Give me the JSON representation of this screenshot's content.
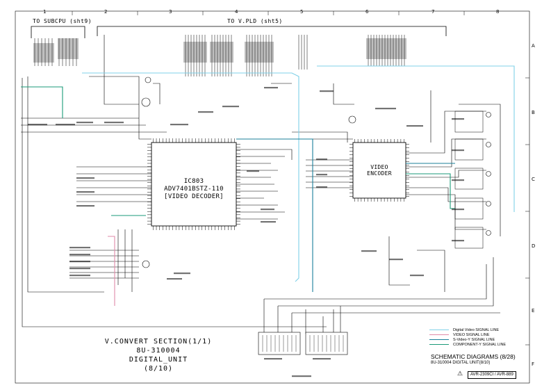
{
  "colors": {
    "digital_video": "#7fd0e8",
    "video": "#e08aa8",
    "s_video_y": "#1a7f9a",
    "component_y": "#1a9a78",
    "wire": "#000000"
  },
  "grid": {
    "columns": [
      "1",
      "2",
      "3",
      "4",
      "5",
      "6",
      "7",
      "8"
    ],
    "rows": [
      "A",
      "B",
      "C",
      "D",
      "E",
      "F"
    ]
  },
  "headers": {
    "to_subcpu": "TO SUBCPU (sht9)",
    "to_vpld": "TO V.PLD (sht5)"
  },
  "ic803": {
    "ref": "IC803",
    "part": "ADV7401BSTZ-110",
    "function": "[VIDEO DECODER]"
  },
  "encoder": {
    "line1": "VIDEO",
    "line2": "ENCODER"
  },
  "section_title": {
    "line1": "V.CONVERT SECTION(1/1)",
    "line2": "8U-310004",
    "line3": "DIGITAL_UNIT",
    "line4": "(8/10)"
  },
  "legend": [
    {
      "label": "Digital Video SIGNAL LINE",
      "color": "#7fd0e8"
    },
    {
      "label": "VIDEO SIGNAL LINE",
      "color": "#e08aa8"
    },
    {
      "label": "S-Video-Y SIGNAL LINE",
      "color": "#1a7f9a"
    },
    {
      "label": "COMPONENT-Y SIGNAL LINE",
      "color": "#1a9a78"
    }
  ],
  "sheet": {
    "title": "SCHEMATIC DIAGRAMS (8/28)",
    "subtitle": "8U-310004 DIGITAL UNIT(8/10)",
    "model": "AVR-2309CI / AVR-889"
  }
}
